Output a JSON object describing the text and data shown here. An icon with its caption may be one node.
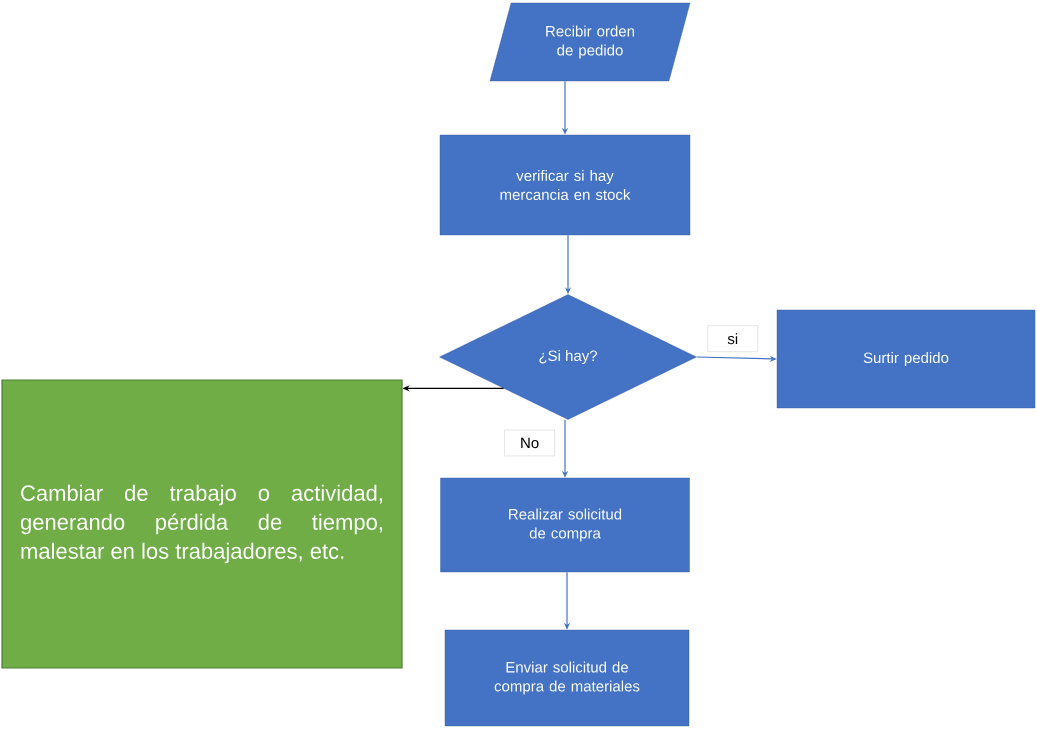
{
  "diagram": {
    "nodes": [
      {
        "text": [
          "Recibir orden de pedido"
        ]
      },
      {
        "text": [
          "verificar si hay mercancia en stock"
        ]
      },
      {
        "text": [
          "¿Si hay?"
        ]
      },
      {
        "text": [
          "Surtir pedido"
        ]
      },
      {
        "text": [
          "Cambiar de trabajo o actividad, generando pérdida de tiempo, malestar en los trabajadores, etc."
        ]
      },
      {
        "text": [
          "Realizar solicitud de compra"
        ]
      },
      {
        "text": [
          "Enviar solicitud de compra de materiales"
        ]
      }
    ],
    "edges": [
      {
        "from": 0,
        "to": 1,
        "arrow": "to"
      },
      {
        "from": 1,
        "to": 2,
        "arrow": "to"
      },
      {
        "from": 2,
        "to": 3,
        "arrow": "to",
        "label": "si"
      },
      {
        "from": 2,
        "to": 4,
        "arrow": "to",
        "color": "#000000"
      },
      {
        "from": 2,
        "to": 5,
        "arrow": "to",
        "label": "No"
      },
      {
        "from": 5,
        "to": 6,
        "arrow": "to"
      }
    ]
  }
}
